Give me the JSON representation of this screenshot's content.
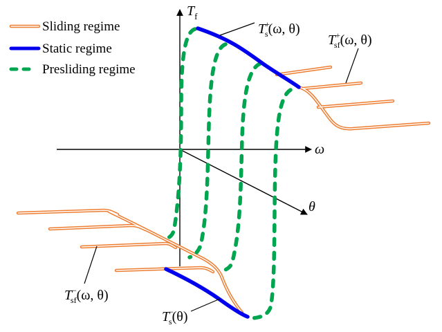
{
  "legend": {
    "items": [
      {
        "label": "Sliding regime",
        "color": "#ed7d31",
        "style": "double-line"
      },
      {
        "label": "Static regime",
        "color": "#0000ee",
        "style": "solid-thick"
      },
      {
        "label": "Presliding regime",
        "color": "#00a550",
        "style": "dashed"
      }
    ]
  },
  "axes": {
    "vertical": {
      "symbol": "T",
      "subscript": "f"
    },
    "horizontal": {
      "symbol": "ω"
    },
    "depth": {
      "symbol": "θ"
    }
  },
  "annotations": {
    "static_upper": {
      "main": "T",
      "sup": "+",
      "sub": "s",
      "args": "(ω, θ)"
    },
    "sliding_upper": {
      "main": "T",
      "sup": "+",
      "sub": "sf",
      "args": "(ω, θ)"
    },
    "sliding_lower": {
      "main": "T",
      "sup": "−",
      "sub": "sf",
      "args": "(ω, θ)"
    },
    "static_lower": {
      "main": "T",
      "sup": "−",
      "sub": "s",
      "args": "(θ)"
    }
  },
  "colors": {
    "sliding": "#ed7d31",
    "static": "#0000ee",
    "presliding": "#00a550",
    "axis": "#000000"
  }
}
